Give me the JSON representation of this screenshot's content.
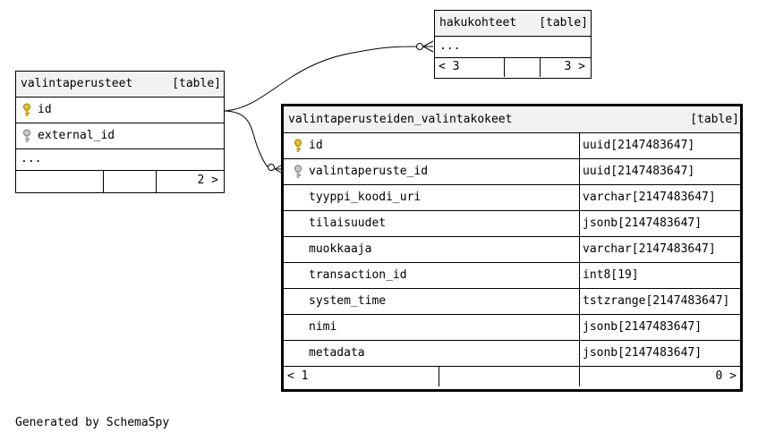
{
  "tables": {
    "hakukohteet": {
      "name": "hakukohteet",
      "kind": "[table]",
      "ellipsis": "...",
      "footer_left": "< 3",
      "footer_right": "3 >"
    },
    "valintaperusteet": {
      "name": "valintaperusteet",
      "kind": "[table]",
      "columns": [
        {
          "name": "id",
          "key": "primary-key-icon"
        },
        {
          "name": "external_id",
          "key": "foreign-key-icon"
        }
      ],
      "ellipsis": "...",
      "footer_left": "",
      "footer_right": "2 >"
    },
    "valintakokeet": {
      "name": "valintaperusteiden_valintakokeet",
      "kind": "[table]",
      "columns": [
        {
          "name": "id",
          "type": "uuid[2147483647]",
          "key": "primary-key-icon"
        },
        {
          "name": "valintaperuste_id",
          "type": "uuid[2147483647]",
          "key": "foreign-key-icon"
        },
        {
          "name": "tyyppi_koodi_uri",
          "type": "varchar[2147483647]",
          "key": ""
        },
        {
          "name": "tilaisuudet",
          "type": "jsonb[2147483647]",
          "key": ""
        },
        {
          "name": "muokkaaja",
          "type": "varchar[2147483647]",
          "key": ""
        },
        {
          "name": "transaction_id",
          "type": "int8[19]",
          "key": ""
        },
        {
          "name": "system_time",
          "type": "tstzrange[2147483647]",
          "key": ""
        },
        {
          "name": "nimi",
          "type": "jsonb[2147483647]",
          "key": ""
        },
        {
          "name": "metadata",
          "type": "jsonb[2147483647]",
          "key": ""
        }
      ],
      "footer_left": "< 1",
      "footer_right": "0 >"
    }
  },
  "generated_by": "Generated by SchemaSpy",
  "colors": {
    "header_bg": "#f2f2f2",
    "pk_key": "#e8c61c",
    "fk_key": "#a8a8a8"
  }
}
